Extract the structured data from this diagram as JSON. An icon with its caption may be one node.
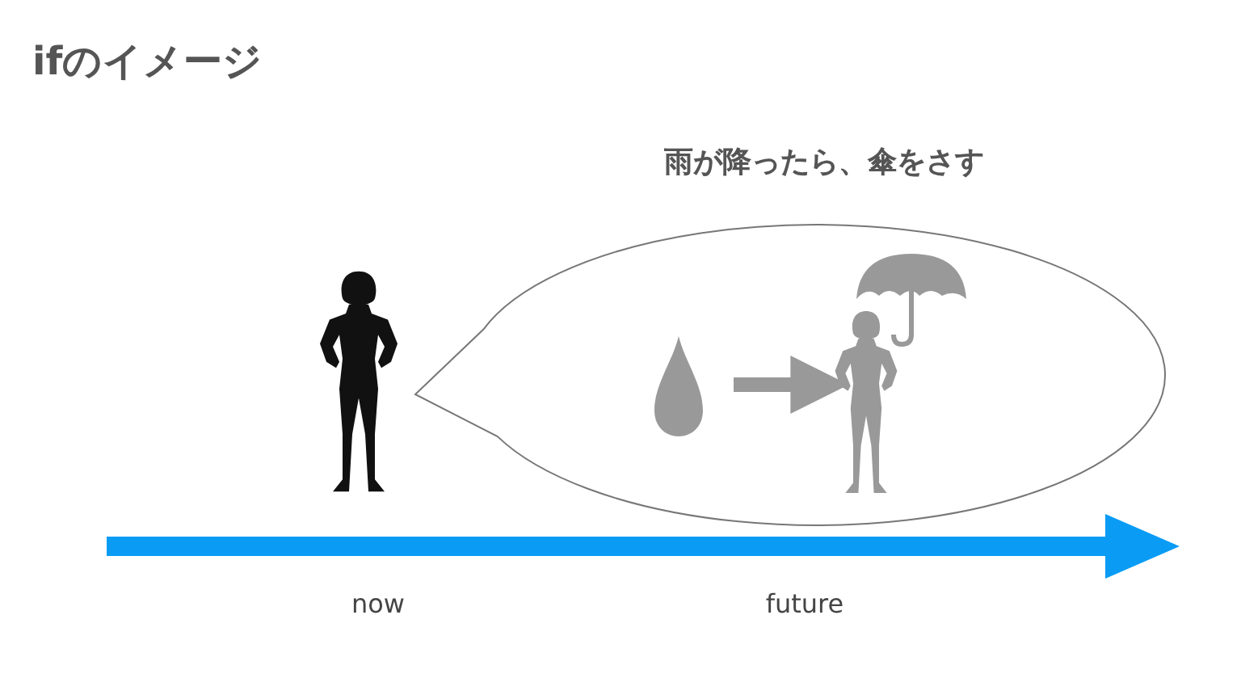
{
  "diagram": {
    "title": "ifのイメージ",
    "nodes": [
      {
        "text": [],
        "shape": "person"
      },
      {
        "text": [
          "雨が降ったら、傘をさす"
        ]
      },
      {
        "text": [],
        "shape": "picture",
        "in": 1
      },
      {
        "text": [],
        "shape": "person",
        "in": 1
      }
    ],
    "edges": [
      {
        "from": 2,
        "to": 3,
        "arrow": "to"
      }
    ],
    "labels": [
      "now",
      "future"
    ]
  }
}
